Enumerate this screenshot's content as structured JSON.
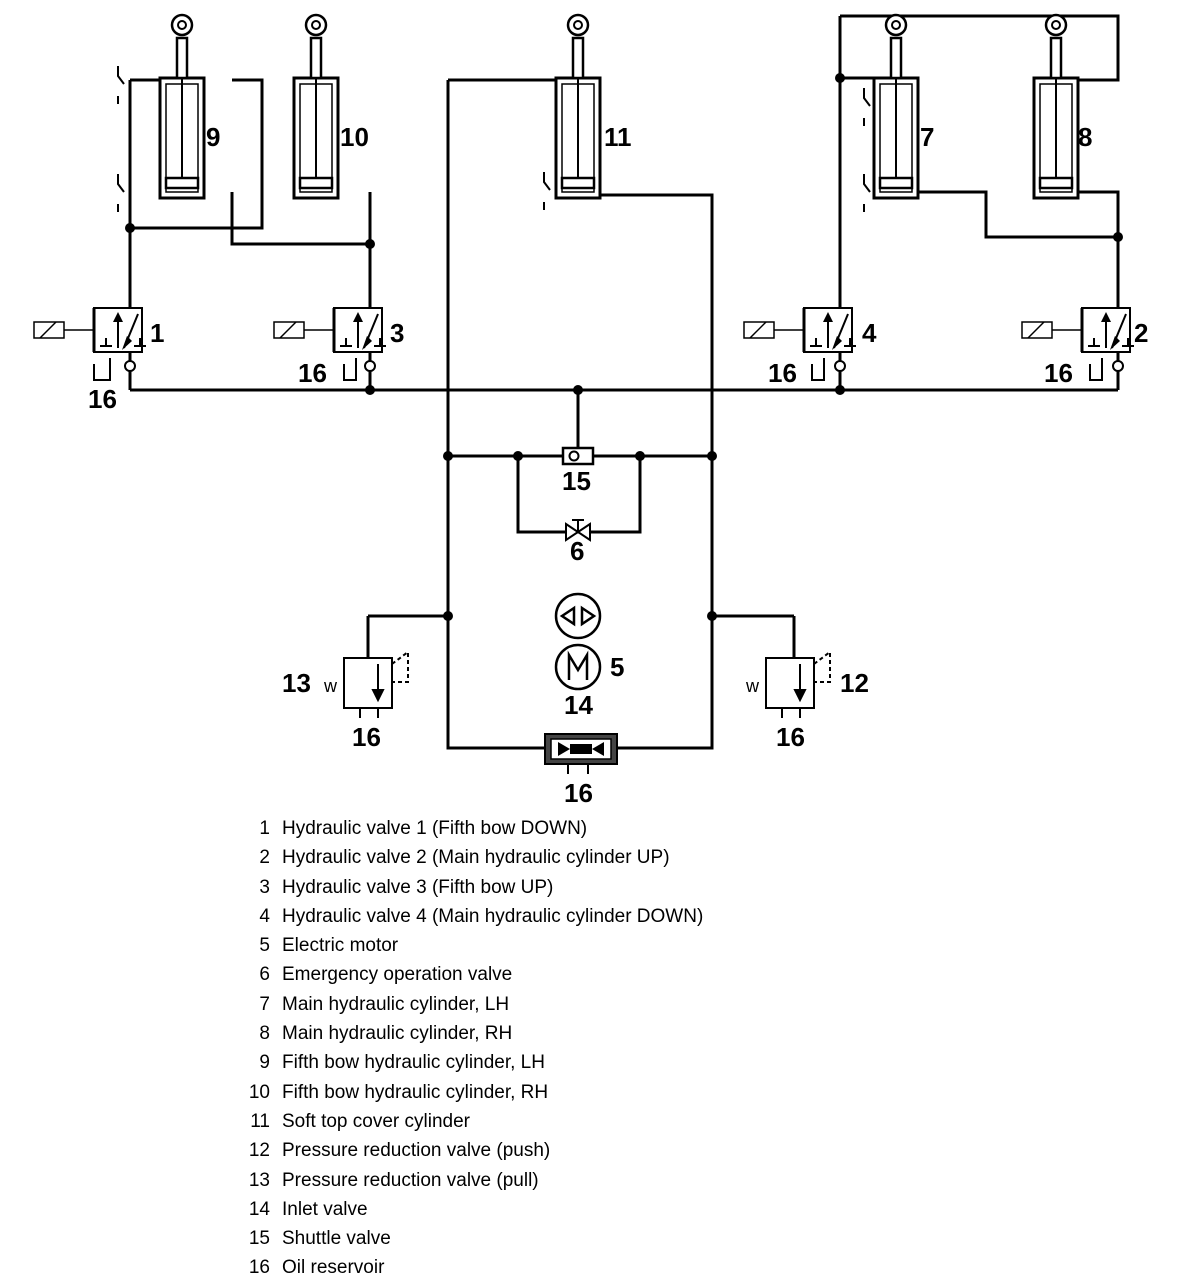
{
  "labels": {
    "c9": "9",
    "c10": "10",
    "c11": "11",
    "c7": "7",
    "c8": "8",
    "v1": "1",
    "v3": "3",
    "v4": "4",
    "v2": "2",
    "r1": "16",
    "r3": "16",
    "r4": "16",
    "r2": "16",
    "shuttle": "15",
    "emergency": "6",
    "pump": "5",
    "motor": "14",
    "prv13": "13",
    "prv12": "12",
    "r13": "16",
    "r12": "16",
    "rinlet": "16",
    "w13": "w",
    "w12": "w"
  },
  "legend": [
    {
      "num": "1",
      "text": "Hydraulic valve 1 (Fifth bow DOWN)"
    },
    {
      "num": "2",
      "text": "Hydraulic valve 2 (Main hydraulic cylinder UP)"
    },
    {
      "num": "3",
      "text": "Hydraulic valve 3 (Fifth bow UP)"
    },
    {
      "num": "4",
      "text": "Hydraulic valve 4 (Main hydraulic cylinder DOWN)"
    },
    {
      "num": "5",
      "text": "Electric motor"
    },
    {
      "num": "6",
      "text": "Emergency operation valve"
    },
    {
      "num": "7",
      "text": "Main hydraulic cylinder, LH"
    },
    {
      "num": "8",
      "text": "Main hydraulic cylinder, RH"
    },
    {
      "num": "9",
      "text": "Fifth bow hydraulic cylinder, LH"
    },
    {
      "num": "10",
      "text": "Fifth bow hydraulic cylinder, RH"
    },
    {
      "num": "11",
      "text": "Soft top cover cylinder"
    },
    {
      "num": "12",
      "text": "Pressure reduction valve (push)"
    },
    {
      "num": "13",
      "text": "Pressure reduction valve (pull)"
    },
    {
      "num": "14",
      "text": "Inlet valve"
    },
    {
      "num": "15",
      "text": "Shuttle valve"
    },
    {
      "num": "16",
      "text": "Oil reservoir"
    }
  ]
}
